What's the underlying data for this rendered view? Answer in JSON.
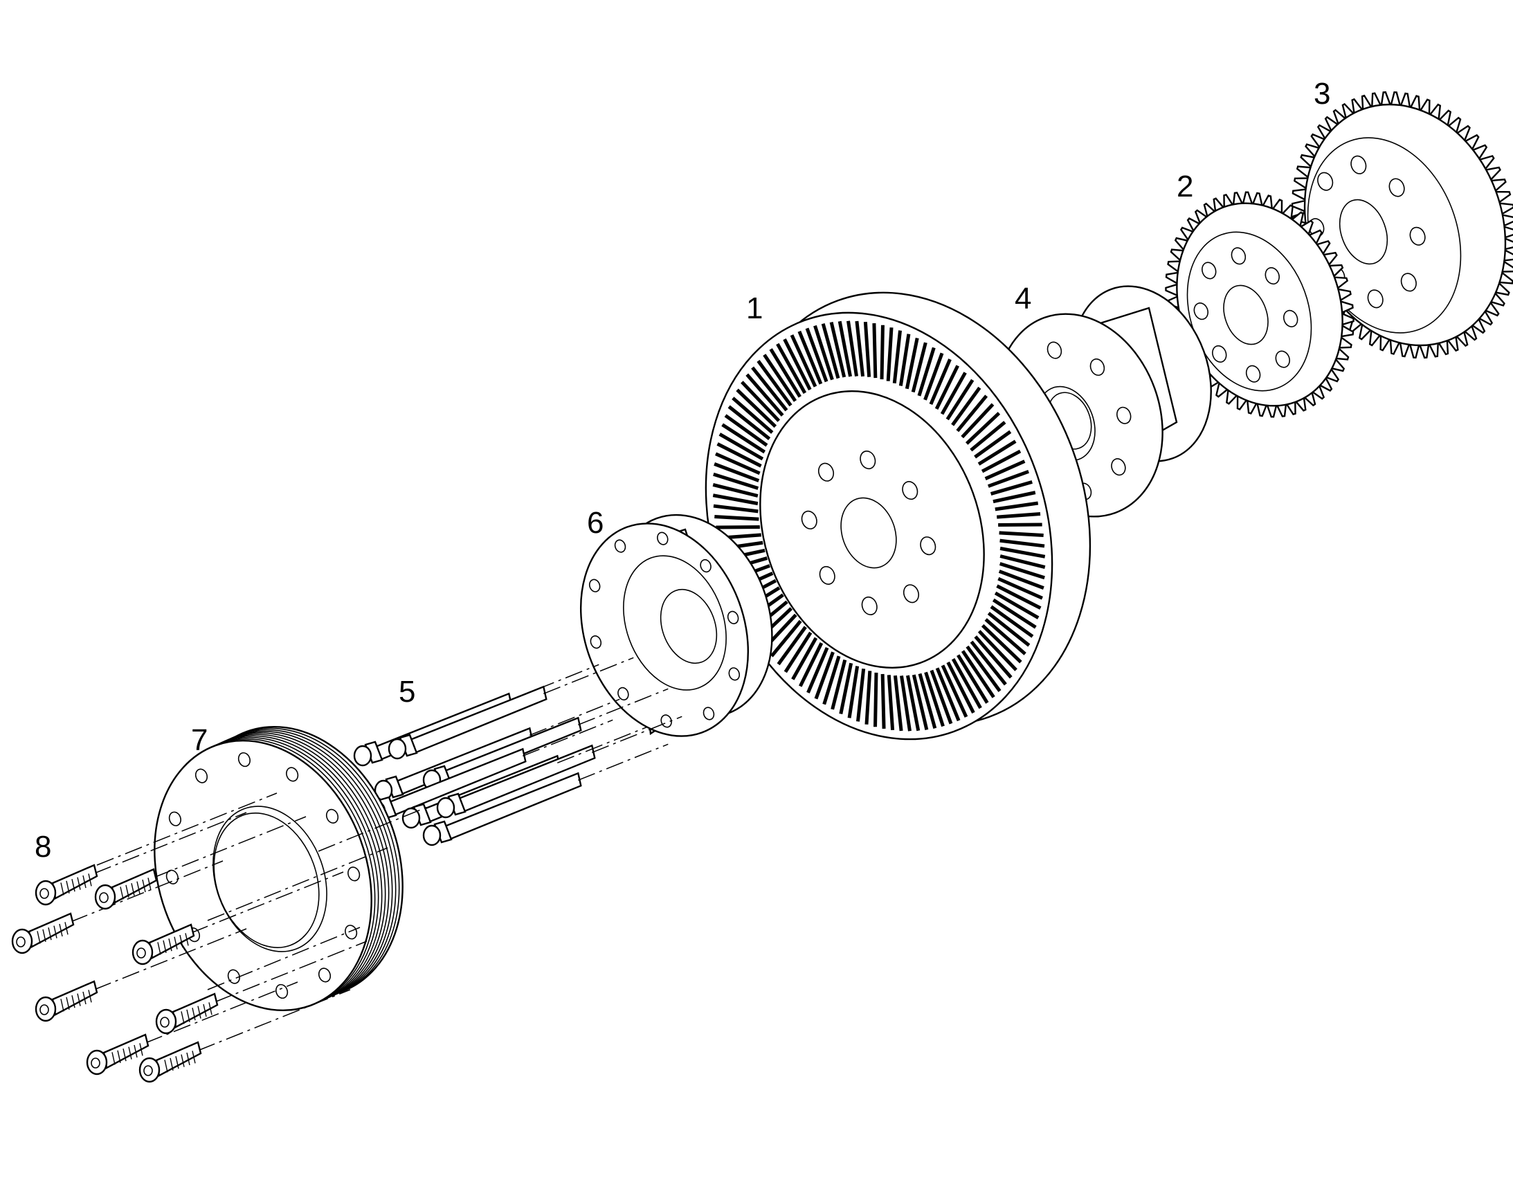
{
  "callouts": {
    "c1": "1",
    "c2": "2",
    "c3": "3",
    "c4": "4",
    "c5": "5",
    "c6": "6",
    "c7": "7",
    "c8": "8"
  },
  "colors": {
    "line": "#000000",
    "background": "#ffffff"
  },
  "icons": {
    "part1": "ventilated-disc-icon",
    "part2": "small-gear-icon",
    "part3": "large-gear-icon",
    "part4": "hub-icon",
    "part5": "stud-bolts-icon",
    "part6": "adapter-flange-icon",
    "part7": "belt-pulley-icon",
    "part8": "cap-screws-icon"
  }
}
